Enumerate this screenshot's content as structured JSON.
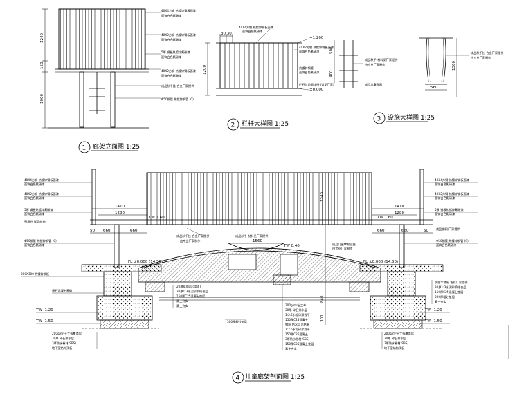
{
  "views": {
    "v1": {
      "num": "1",
      "title": "廊架立面图 1:25"
    },
    "v2": {
      "num": "2",
      "title": "栏杆大样图 1:25"
    },
    "v3": {
      "num": "3",
      "title": "设施大样图 1:25"
    },
    "v4": {
      "num": "4",
      "title": "儿童廊架剖面图 1:25"
    }
  },
  "dims": {
    "d1240": "1240",
    "d150": "150",
    "d1000": "1000",
    "d30_30": "30 30",
    "d1200": "1200",
    "d500": "500",
    "d400": "400",
    "d1360": "1360",
    "d560": "560",
    "d1410": "1410",
    "d1280": "1280",
    "d660": "660",
    "d50": "50",
    "d1560": "1560",
    "d840": "840",
    "d300": "300"
  },
  "levels": {
    "fl_left": "FL ±0.000 (14.50)",
    "fl_right": "FL ±0.000 (14.50)",
    "tw_mid": "TW 0.46",
    "tw_top_l": "TW 1.60",
    "tw_top_r": "TW 1.60",
    "tw_120_l": "TW -1.20",
    "tw_150_l": "TW -1.50",
    "tw_120_r": "TW -1.20",
    "tw_150_r": "TW -1.50",
    "lv_1200": "+1.200",
    "lv_0": "±0.000"
  },
  "notes": {
    "n1": "40X4方钢 热镀锌钢板面漆",
    "n2": "面饰白色氟碳漆",
    "n3": "40X2方钢 热镀锌钢板面漆",
    "n4": "5厚 钢板热镀锌氟碳漆",
    "n5": "40X2方钢 热镀锌钢板面漆",
    "n6": "成品秋千挂 合金厂家提供",
    "n7": "Φ50钢管 热镀锌钢管 (C)",
    "n8": "热镀锌钢管",
    "n9": "栏杆与地面连接 (详见厂家)",
    "n10": "成品秋千 材料见厂家提供",
    "n11": "由专业厂家制作",
    "n12": "成品儿童爬网",
    "n13": "300X300 热镀锌钢板",
    "n14": "20厚花岗岩 (烧面)",
    "n15": "30厚1:3水泥砂浆结合层",
    "n16": "150厚C25混凝土垫层",
    "n17": "素土夯实",
    "n18": "300厚粗砂垫层",
    "n19": "细石混凝土基础",
    "n20": "防腐木铺装 色彩厂家提供",
    "n21": "成品儿童攀爬设施",
    "n22": "200g/m²土工布",
    "n23": "30厚 碎石排水层",
    "n24": "1:2.5水泥砂浆找平",
    "n25": "150厚C25混凝土",
    "n26": "钢筋 防水层见结施",
    "n27": "素土夯实",
    "n28": "200g/m²土工布覆盖层",
    "n29": "30厚 碎石排水层",
    "n30": "3厚防水卷材(SBS)",
    "n31": "地下室结构顶板",
    "n32": "成品钢网 厂家提供",
    "n33": "预埋件 详见结施"
  }
}
